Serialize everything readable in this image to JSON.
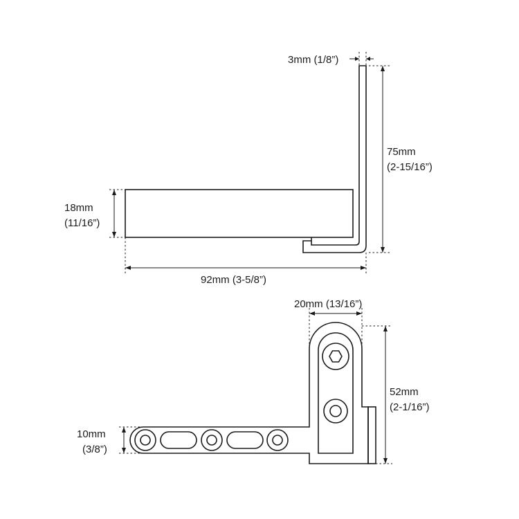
{
  "top_view": {
    "thickness_label": "3mm (1/8”)",
    "height_mm": "75mm",
    "height_in": "(2-15/16”)",
    "depth_mm": "18mm",
    "depth_in": "(11/16”)",
    "width_label": "92mm (3-5/8”)"
  },
  "bottom_view": {
    "width_label": "20mm (13/16”)",
    "height_mm": "52mm",
    "height_in": "(2-1/16”)",
    "arm_mm": "10mm",
    "arm_in": "(3/8”)"
  },
  "colors": {
    "ink": "#1a1a1a",
    "background": "#ffffff"
  }
}
